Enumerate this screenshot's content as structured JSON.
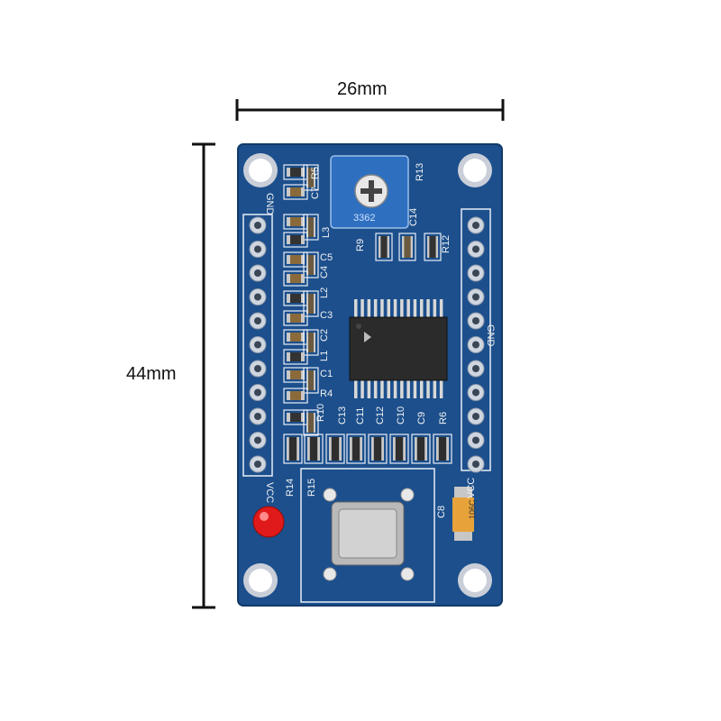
{
  "dimensions": {
    "width_label": "26mm",
    "height_label": "44mm"
  },
  "board": {
    "color": "#1c4f8c",
    "labels": {
      "gnd_left": "GND",
      "vcc_left": "VCC",
      "gnd_right": "GND",
      "vcc_right": "VCC",
      "r13": "R13",
      "r5": "R5",
      "c7": "C7",
      "c14": "C14",
      "r9": "R9",
      "r12": "R12",
      "l3": "L3",
      "c5": "C5",
      "c4": "C4",
      "l2": "L2",
      "c3": "C3",
      "c2": "C2",
      "l1": "L1",
      "c1": "C1",
      "r4": "R4",
      "r10": "R10",
      "c13": "C13",
      "c11": "C11",
      "c12": "C12",
      "c10": "C10",
      "c9": "C9",
      "r6": "R6",
      "r14": "R14",
      "r15": "R15",
      "c8": "C8"
    },
    "pot_marking": "3362",
    "cap_marking": "106C"
  }
}
